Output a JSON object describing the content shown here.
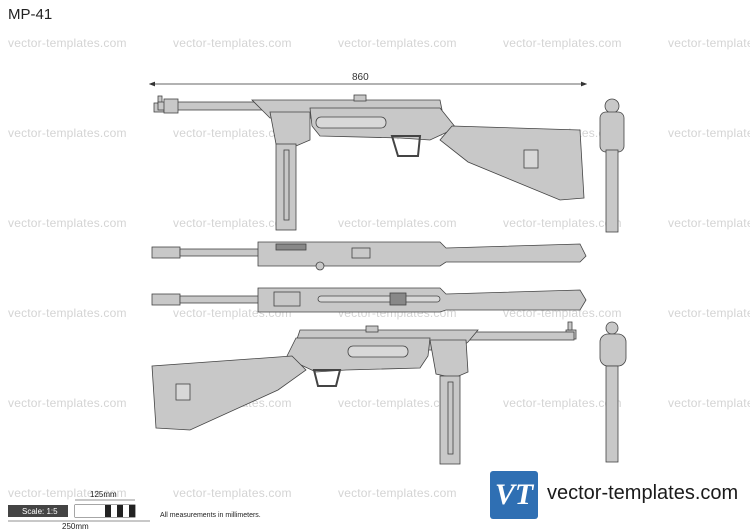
{
  "title": "MP-41",
  "watermark": "vector-templates.com",
  "dimension": "860",
  "scale": {
    "label": "Scale: 1:5",
    "top_label": "125mm",
    "bottom_label": "250mm"
  },
  "measurement_note": "All measurements in millimeters.",
  "brand": {
    "logo_text": "VT",
    "url": "vector-templates.com",
    "color": "#2f6fb3"
  },
  "drawing_color": "#c8c8c8"
}
